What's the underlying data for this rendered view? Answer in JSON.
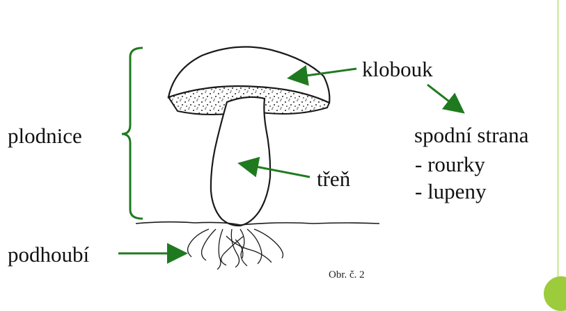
{
  "labels": {
    "plodnice": "plodnice",
    "klobouk": "klobouk",
    "tren": "třeň",
    "podhoubi": "podhoubí",
    "spodni_strana": "spodní strana",
    "rourky": "-  rourky",
    "lupeny": "-  lupeny"
  },
  "caption": "Obr. č. 2",
  "colors": {
    "arrow": "#1f7a1f",
    "bracket": "#1f7a1f",
    "outline": "#1a1a1a",
    "accent_line": "#d8ecb0",
    "accent_blob": "#9ccc3c"
  }
}
